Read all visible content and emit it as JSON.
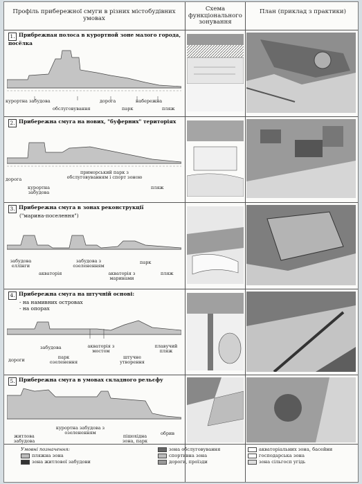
{
  "header": {
    "col1": "Профіль прибережної смуги в різних містобудівних умовах",
    "col2": "Схема функціонального зонування",
    "col3": "План (приклад з практики)"
  },
  "rows": [
    {
      "number": "1.",
      "title": "Прибрежная полоса в курортной зоне малого города, посёлка",
      "subtitle": "",
      "labels": [
        "курортна забудова",
        "обслуговування",
        "дорога",
        "парк",
        "набережна",
        "пляж"
      ]
    },
    {
      "number": "2.",
      "title": "Прибережна смуга на нових, \"буферних\" територіях",
      "subtitle": "",
      "labels": [
        "дорога",
        "приморський парк з обслуговуванням і спорт зоною",
        "курортна забудова",
        "пляж"
      ]
    },
    {
      "number": "3.",
      "title": "Прибережна смуга в зонах реконструкції",
      "subtitle": "(\"марина-поселення\")",
      "labels": [
        "забудова еллінги",
        "забудова з озелененням",
        "акваторія",
        "парк",
        "акваторія з маринами",
        "пляж"
      ]
    },
    {
      "number": "4.",
      "title": "Прибережна смуга на штучній основі:",
      "subtitle": "- на намивних островах\n- на опорах",
      "labels": [
        "забудова",
        "акваторія з мостом",
        "плавучий пляж",
        "дороги",
        "парк озеленення",
        "штучне утворення"
      ]
    },
    {
      "number": "5.",
      "title": "Прибережна смуга в умовах складного рельєфу",
      "subtitle": "",
      "labels": [
        "курортна забудова з озелененням",
        "обрив",
        "житлова забудова",
        "пішохідна зона, парк"
      ]
    }
  ],
  "legend": {
    "title": "Умовні позначення:",
    "items": [
      "пляжна зона",
      "зона житлової забудови",
      "зона обслуговування",
      "спортивна зона",
      "дороги, проїзди",
      "акваторіальних зона, басейни",
      "господарська зона",
      "зона сільгосп угідь"
    ]
  },
  "colors": {
    "line": "#555555",
    "fill": "#bfbfbf",
    "sea": "#d8d8d8",
    "dark": "#3a3a3a"
  }
}
